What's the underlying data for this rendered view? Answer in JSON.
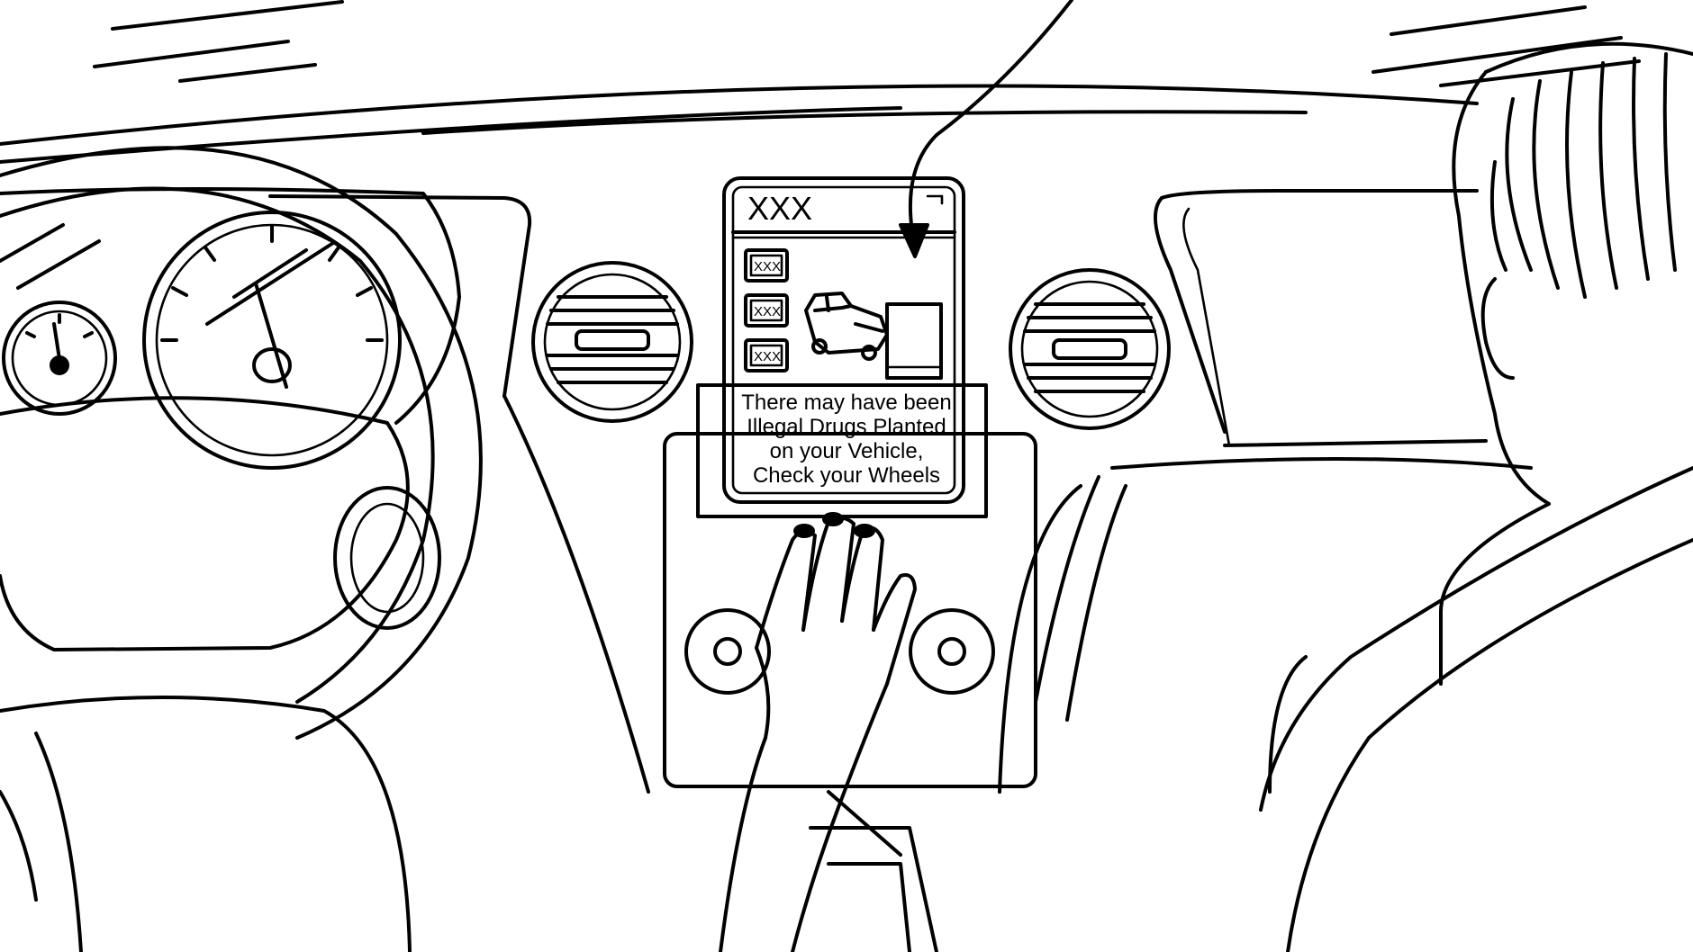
{
  "display": {
    "title": "XXX",
    "menu_items": [
      {
        "label": "XXX"
      },
      {
        "label": "XXX"
      },
      {
        "label": "XXX"
      }
    ],
    "alert_lines": [
      "There may have been",
      "Illegal Drugs Planted",
      "on your Vehicle,",
      "Check your Wheels"
    ],
    "image_icon": "pickup-truck-icon"
  }
}
